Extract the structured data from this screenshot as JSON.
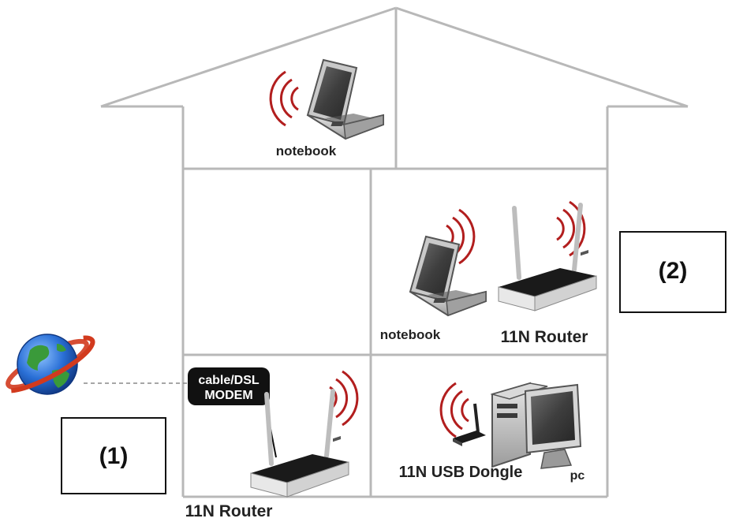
{
  "labels": {
    "top_notebook": "notebook",
    "right_notebook": "notebook",
    "router_upper": "11N Router",
    "router_lower": "11N Router",
    "modem_line1": "cable/DSL",
    "modem_line2": "MODEM",
    "usb_dongle": "11N USB Dongle",
    "pc": "pc",
    "box1": "(1)",
    "box2": "(2)"
  },
  "colors": {
    "house_line": "#b8b8b8",
    "wave": "#b21e1e",
    "device_dark": "#1a1a1a",
    "device_light": "#eeeeee",
    "globe_blue": "#1e5ebf",
    "globe_green": "#3a9a3a",
    "orbit": "#d23a1e"
  },
  "icons": {
    "internet": "globe-icon",
    "laptop": "laptop-icon",
    "router": "router-icon",
    "usb_dongle": "usb-dongle-icon",
    "desktop": "desktop-pc-icon",
    "signal": "wifi-signal-icon"
  }
}
